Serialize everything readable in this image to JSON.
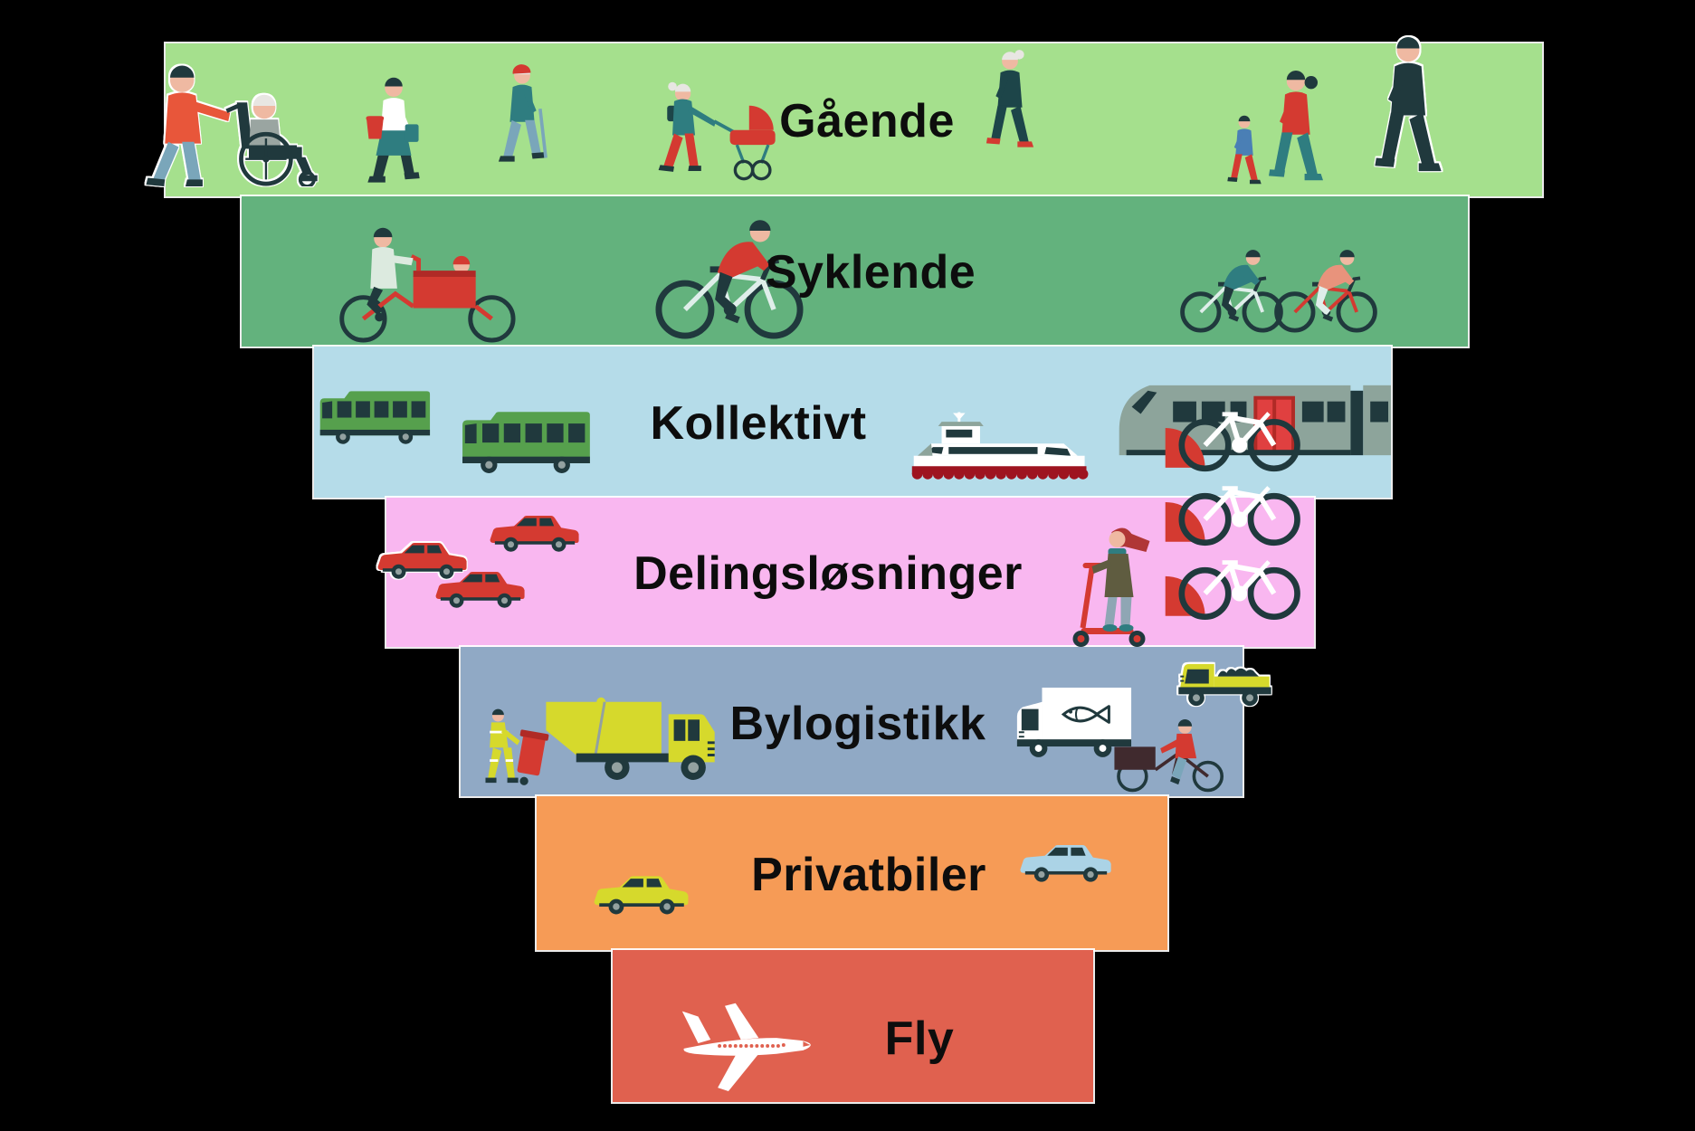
{
  "palette": {
    "background": "#000000",
    "text": "#0d0d0d",
    "ink": "#20393d",
    "skin": "#efb9a2",
    "hair": "#20393d",
    "hairgray": "#e8e6e2",
    "hubgray": "#93a1a0",
    "gray": "#9aa5a1",
    "red2": "#d43a31",
    "binred": "#b02a26",
    "darkred": "#9e1420",
    "trainred": "#e04040",
    "coral": "#e8563a",
    "teal": "#2f7d80",
    "darkteal": "#1d4549",
    "denim": "#7aa6ba",
    "blue": "#4a7fb5",
    "salmon": "#e8937c",
    "olive": "#5f5c40",
    "graypants": "#8fa6b4",
    "redhair": "#b03636",
    "paleshirt": "#dceadf",
    "frame": "#dfeeea",
    "busgreen": "#56a04d",
    "yellow": "#d6d92c",
    "traingray": "#8da49b",
    "bluecar": "#abd3e6",
    "boxbrown": "#402a2e",
    "white": "#ffffff"
  },
  "bands": [
    {
      "label": "Gående",
      "color": "#a5e08d",
      "icons": [
        "wheelchair-user-with-companion",
        "woman-with-shopping-bags",
        "elderly-man-with-cane",
        "woman-with-stroller",
        "elderly-woman",
        "parent-with-child",
        "businessman-walking"
      ]
    },
    {
      "label": "Syklende",
      "color": "#63b27d",
      "icons": [
        "cargo-bike-with-child",
        "cyclist-red-jacket",
        "cyclist-teal",
        "cyclist-salmon"
      ]
    },
    {
      "label": "Kollektivt",
      "color": "#b5dce9",
      "icons": [
        "city-bus",
        "city-bus",
        "passenger-ferry",
        "tram"
      ]
    },
    {
      "label": "Delingsløsninger",
      "color": "#f9b7f0",
      "icons": [
        "shared-car",
        "shared-car",
        "shared-car",
        "kick-scooter-rider",
        "bike-share-rack"
      ]
    },
    {
      "label": "Bylogistikk",
      "color": "#90a9c5",
      "icons": [
        "waste-collector-with-bin",
        "garbage-truck",
        "fish-delivery-van",
        "pickup-truck",
        "cargo-bike-courier"
      ]
    },
    {
      "label": "Privatbiler",
      "color": "#f69b56",
      "icons": [
        "private-car-yellow",
        "private-car-blue"
      ]
    },
    {
      "label": "Fly",
      "color": "#e0614f",
      "icons": [
        "airplane"
      ]
    }
  ]
}
